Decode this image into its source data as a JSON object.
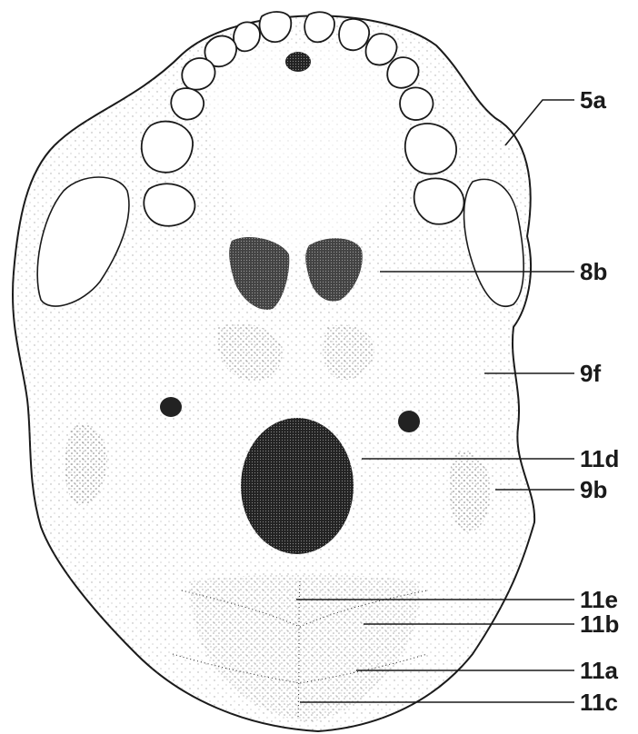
{
  "figure": {
    "labels": [
      {
        "id": "5a",
        "text": "5a"
      },
      {
        "id": "8b",
        "text": "8b"
      },
      {
        "id": "9f",
        "text": "9f"
      },
      {
        "id": "11d",
        "text": "11d"
      },
      {
        "id": "9b",
        "text": "9b"
      },
      {
        "id": "11e",
        "text": "11e"
      },
      {
        "id": "11b",
        "text": "11b"
      },
      {
        "id": "11a",
        "text": "11a"
      },
      {
        "id": "11c",
        "text": "11c"
      }
    ]
  }
}
